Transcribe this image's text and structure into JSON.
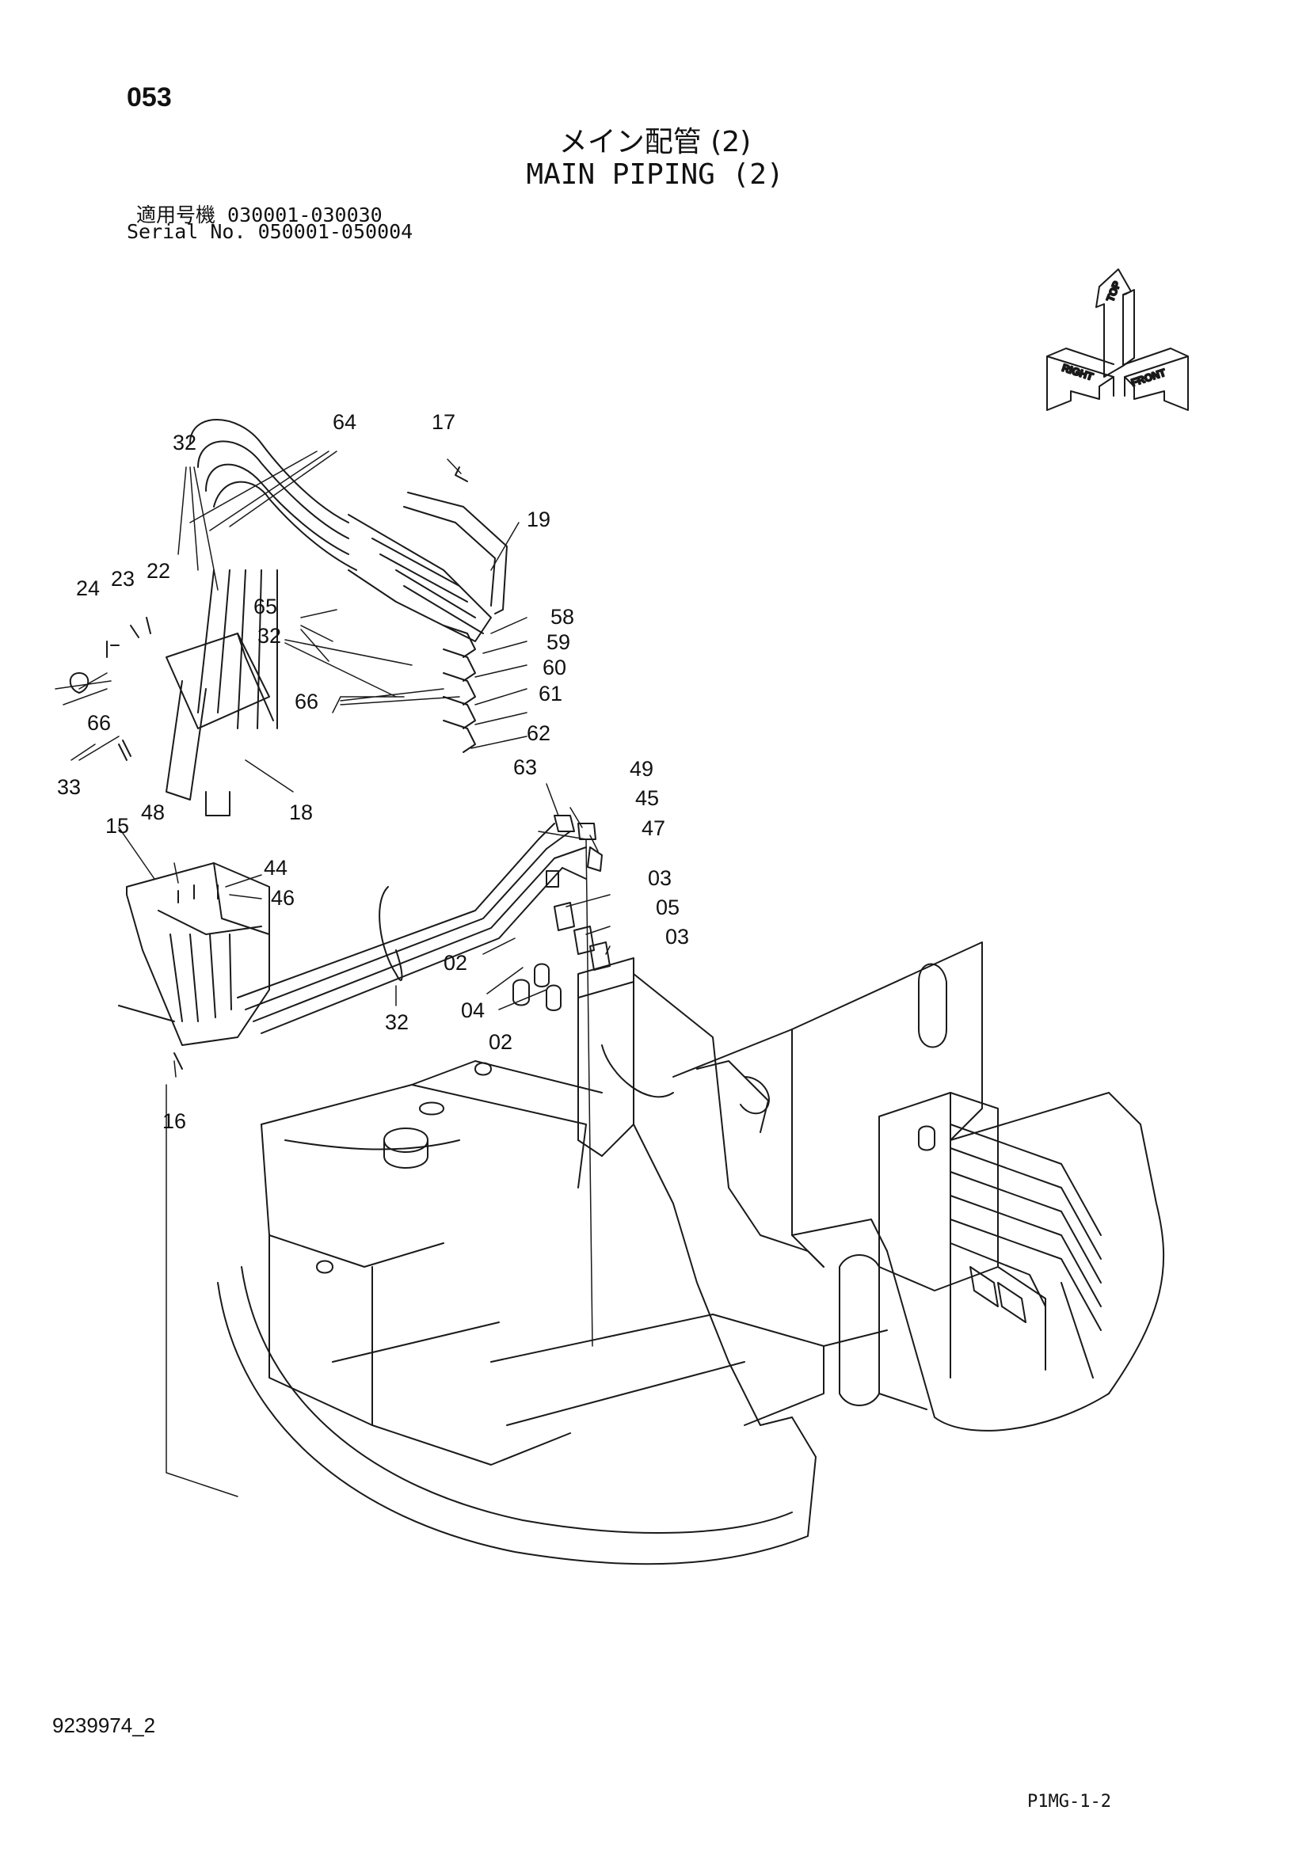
{
  "header": {
    "page_number": "053",
    "title_jp": "メイン配管 (2)",
    "title_en": "MAIN PIPING (2)",
    "serial_line_1": "適用号機  030001-030030",
    "serial_line_2": "Serial No. 050001-050004"
  },
  "orientation": {
    "top_label": "TOP",
    "left_label": "RIGHT",
    "right_label": "FRONT"
  },
  "callouts": [
    "64",
    "32",
    "17",
    "19",
    "24",
    "23",
    "22",
    "65",
    "32",
    "58",
    "59",
    "60",
    "61",
    "66",
    "62",
    "66",
    "63",
    "33",
    "18",
    "49",
    "45",
    "47",
    "15",
    "48",
    "44",
    "46",
    "03",
    "05",
    "03",
    "02",
    "04",
    "02",
    "32",
    "16"
  ],
  "footer": {
    "document_id": "9239974_2",
    "sheet_ref": "P1MG-1-2"
  }
}
